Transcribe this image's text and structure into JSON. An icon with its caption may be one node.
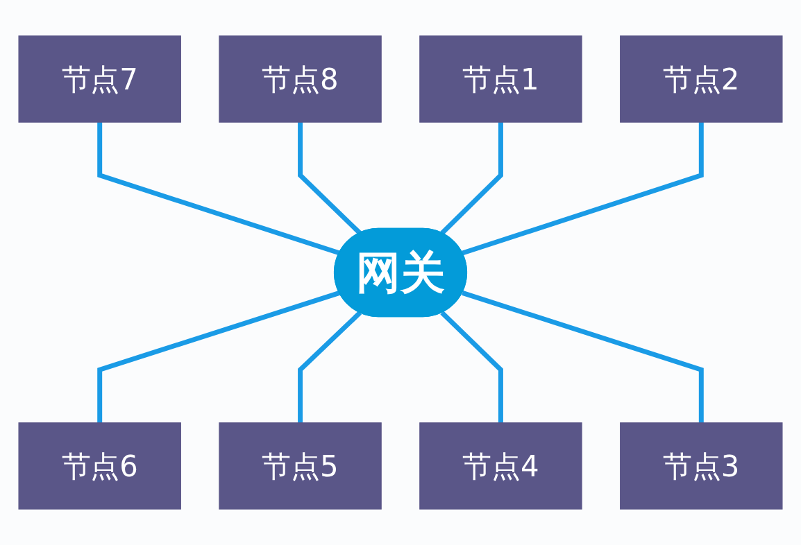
{
  "diagram": {
    "nodes": [
      {
        "text": [
          "网关"
        ]
      },
      {
        "text": [
          "节点1"
        ]
      },
      {
        "text": [
          "节点2"
        ]
      },
      {
        "text": [
          "节点3"
        ]
      },
      {
        "text": [
          "节点4"
        ]
      },
      {
        "text": [
          "节点5"
        ]
      },
      {
        "text": [
          "节点6"
        ]
      },
      {
        "text": [
          "节点7"
        ]
      },
      {
        "text": [
          "节点8"
        ]
      }
    ],
    "edges": [
      {
        "from": 7,
        "to": 0,
        "arrow": "none"
      },
      {
        "from": 8,
        "to": 0,
        "arrow": "none"
      },
      {
        "from": 1,
        "to": 0,
        "arrow": "none"
      },
      {
        "from": 2,
        "to": 0,
        "arrow": "none"
      },
      {
        "from": 0,
        "to": 6,
        "arrow": "none"
      },
      {
        "from": 0,
        "to": 5,
        "arrow": "none"
      },
      {
        "from": 0,
        "to": 4,
        "arrow": "none"
      },
      {
        "from": 0,
        "to": 3,
        "arrow": "none"
      }
    ]
  }
}
